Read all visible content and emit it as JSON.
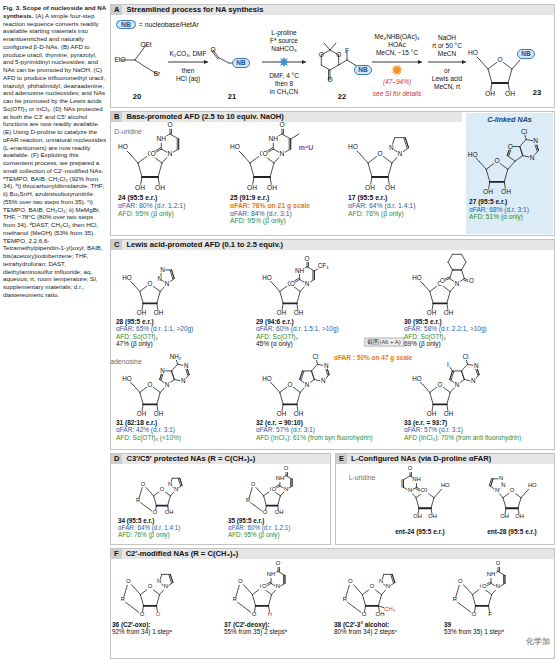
{
  "diagram": {
    "title": "Fig. 3. Scope of nucleoside and NA synthesis.",
    "caption": "(A) A simple four-step reaction sequence converts readily available starting materials into enantioenriched and naturally configured β-D-NAs. (B) AFD to produce uracil, thymine, pyrazolyl, and 5-pyrimidinyl nucleosides; and NAs can be promoted by NaOH. (C) AFD to produce trifluoromethyl uracil, triazolyl, phthalimidyl, deazaadenine, and adenosine nucleosides; and NAs can be promoted by the Lewis acids Sc(OTf)₃ or InCl₃. (D) NAs protected at both the C3′ and C5′ alcohol functions are now readily available. (E) Using D-proline to catalyze the αFAR reaction, unnatural nucleosides (L-enantiomers) are now readily available. (F) Exploiting this convenient process, we prepared a small collection of C2′-modified NAs. ᵃTEMPO, BAIB, CH₂Cl₂ (92% from 34). ᵇi) thiocarbonyldiimidazole, THF; ii) Bu₃SnH, azobisisobutyronitrile (55% over two steps from 35). ᶜi) TEMPO, BAIB, CH₂Cl₂; ii) MeMgBr, THF, −78°C (80% over two steps from 34). ᵈDAST, CH₂Cl₂ then HCl, methanol (MeOH) (53% from 35). TEMPO, 2,2,6,6-Tetramethylpiperidin-1-yl)oxyl; BAIB, bis(acetoxy)iodobenzene; THF, tetrahydrofuran; DAST, diethylaminosulfur trifluoride; aq, aqueous; rt, room temperature; SI, supplementary materials; d.r., diastereomeric ratio.",
    "nodes": [
      {
        "text": [
          "A",
          "Streamlined process for NA synthesis"
        ]
      },
      {
        "text": [
          "NB",
          "= nucleobase/HetAr"
        ],
        "in": 0
      },
      {
        "text": [
          "NB"
        ],
        "in": 0
      },
      {
        "text": [
          "NB"
        ],
        "in": 0
      },
      {
        "text": [
          "NB"
        ],
        "in": 0
      },
      {
        "text": [
          "B",
          "Base-promoted AFD (2.5 to 10 equiv. NaOH)"
        ]
      },
      {
        "text": [
          "C-linked NAs"
        ],
        "in": 5
      },
      {
        "text": [
          "C",
          "Lewis acid-promoted AFD (0.1 to 2.5 equiv.)"
        ]
      },
      {
        "text": [
          "D",
          "C3′/C5′ protected NAs (R = C(CH₃)₂)"
        ]
      },
      {
        "text": [
          "E",
          "L-Configured NAs (via D-proline αFAR)"
        ]
      },
      {
        "text": [
          "F",
          "C2′-modified NAs (R = C(CH₃)₂)"
        ]
      }
    ],
    "labels": [
      "OEt",
      "EtO",
      "Br",
      "20",
      "K₂CO₃, DMF",
      "then",
      "HCl (aq)",
      "O",
      "21",
      "L-proline",
      "F* source",
      "NaHCO₃",
      "DMF, 4 °C",
      "then 8",
      "in CH₃CN",
      "O",
      "O",
      "O",
      "F",
      "22",
      "Me₄NHB(OAc)₃",
      "HOAc",
      "MeCN, −15 °C",
      "(47–94%)",
      "see SI for details",
      "NaOH",
      "rt or 50 °C",
      "MeCN",
      "or",
      "Lewis acid",
      "MeCN, rt",
      "HO",
      "O",
      "OH",
      "OH",
      "23",
      "D-uridine",
      "HO",
      "O",
      "OH",
      "OH",
      "O",
      "NH",
      "O",
      "N",
      "24 (95:5 e.r.)",
      "αFAR: 80% (d.r. 1.2:1)",
      "AFD: 95% (β only)",
      "m⁵U",
      "HO",
      "O",
      "OH",
      "OH",
      "O",
      "NH",
      "O",
      "N",
      "25 (91:9 e.r.)",
      "αFAR: 76% on 21 g scale",
      "αFAR: 84% (d.r. 3:1)",
      "AFD: 95% (β only)",
      "HO",
      "O",
      "OH",
      "OH",
      "N",
      "N",
      "17 (95:5 e.r.)",
      "αFAR: 64% (d.r. 1.4:1)",
      "AFD: 76% (β only)",
      "HO",
      "O",
      "OH",
      "OH",
      "Cl",
      "N",
      "N",
      "O",
      "27 (95:5 e.r.)",
      "αFAR: 68% (d.r. 3:1)",
      "AFD: 51% (α only)",
      "HO",
      "O",
      "OH",
      "OH",
      "N",
      "N",
      "N",
      "28 (95:5 e.r.)",
      "αFAR: 65% (d.r. 1:1, >20g)",
      "AFD: Sc(OTf)₃",
      "47% (β only)",
      "HO",
      "O",
      "OH",
      "OH",
      "O",
      "NH",
      "O",
      "N",
      "CF₃",
      "29 (94:6 e.r.)",
      "αFAR: 60% (d.r. 1.5:1, >10g)",
      "AFD: Sc(OTf)₃",
      "45% (α only)",
      "截图(Alt + A)",
      "HO",
      "O",
      "OH",
      "OH",
      "O",
      "N",
      "O",
      "30 (95:5 e.r.)",
      "αFAR: 58% (d.r. 2.2:1, >10g)",
      "AFD: Sc(OTf)₃",
      "69% (β only)",
      "adenosine",
      "HO",
      "O",
      "OH",
      "OH",
      "NH₂",
      "N",
      "N",
      "N",
      "N",
      "31 (82:18 e.r.)",
      "αFAR: 42% (d.r. 3:1)",
      "AFD: Sc(OTf)₃ (<10%)",
      "HO",
      "O",
      "OH",
      "OH",
      "Cl",
      "N",
      "N",
      "N",
      "αFAR : 50% on 47 g scale",
      "32 (e.r. = 90:10)",
      "αFAR: 57% (d.r. 3:1)",
      "AFD (InCl₃): 61% (from syn fluorohydrin)",
      "HO",
      "O",
      "OH",
      "OH",
      "Cl",
      "N",
      "N",
      "N",
      "I",
      "33 (e.r. = 93:7)",
      "αFAR: 57% (d.r. 3:1)",
      "AFD (InCl₃): 70% (from anti fluorohydrin)",
      "R",
      "O",
      "O",
      "O",
      "OH",
      "N",
      "N",
      "34 (95:5 e.r.)",
      "αFAR: 64% (d.r. 1.4:1)",
      "AFD: 76% (β only)",
      "R",
      "O",
      "O",
      "O",
      "OH",
      "O",
      "NH",
      "O",
      "N",
      "35 (95:5 e.r.)",
      "αFAR: 60% (d.r. 1.2:1)",
      "AFD: 95% (β only)",
      "L-uridine",
      "HO",
      "O",
      "OH",
      "OH",
      "O",
      "NH",
      "O",
      "N",
      "ent-24 (95:5 e.r.)",
      "HO",
      "O",
      "OH",
      "OH",
      "N",
      "N",
      "N",
      "ent-28 (95:5 e.r.)",
      "R",
      "O",
      "O",
      "O",
      "O",
      "N",
      "N",
      "36 (C2′-oxo):",
      "92% from 34) 1 stepᵃ",
      "R",
      "O",
      "O",
      "O",
      "H",
      "O",
      "NH",
      "O",
      "N",
      "37 (C2′-deoxy):",
      "55% from 35) 2 stepsᵇ",
      "R",
      "O",
      "O",
      "O",
      "OH",
      "CH₃",
      "N",
      "N",
      "38 (C2′-3° alcohol:",
      "80% from 34) 2 stepsᶜ",
      "R",
      "O",
      "O",
      "O",
      "F",
      "O",
      "NH",
      "O",
      "N",
      "39",
      "53% from 35) 1 stepᵈ",
      "化学加"
    ]
  }
}
